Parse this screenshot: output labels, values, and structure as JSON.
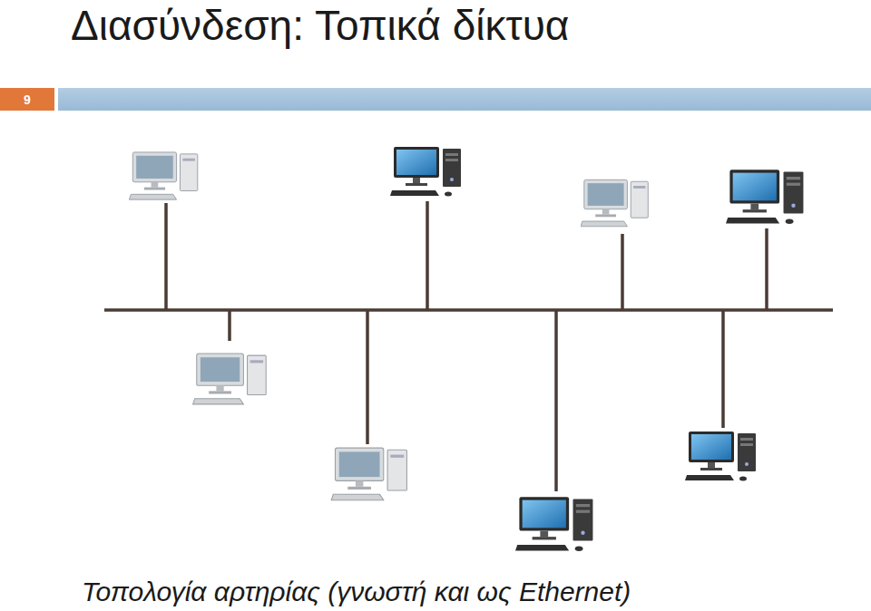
{
  "diagram": {
    "title": "Διασύνδεση: Τοπικά δίκτυα",
    "caption": "Τοπολογία αρτηρίας (γνωστή και ως Ethernet)",
    "nodes": [
      {
        "text": [
          "9"
        ]
      }
    ]
  }
}
